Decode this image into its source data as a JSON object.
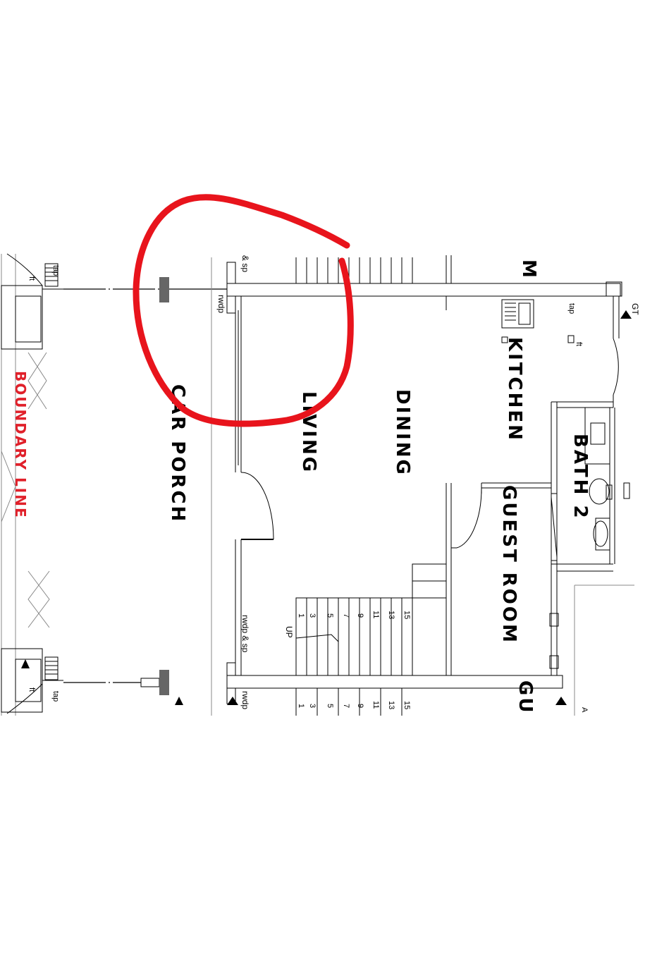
{
  "plan": {
    "rooms": {
      "car_porch": "CAR PORCH",
      "living": "LIVING",
      "dining": "DINING",
      "kitchen": "KITCHEN",
      "bath2": "BATH 2",
      "guest_room": "GUEST ROOM",
      "edge_m": "M",
      "edge_gu": "GU",
      "edge_a": "A"
    },
    "boundary_line": "BOUNDARY LINE",
    "labels": {
      "rwdp_sp_top": "& sp",
      "rwdp_top": "rwdp",
      "rwdp_sp_bottom": "rwdp & sp",
      "rwdp_bottom": "rwdp",
      "tap_left_top": "tap",
      "ft_left_top": "ft",
      "tap_left_bottom": "tap",
      "ft_left_bottom": "ft",
      "tap_kitchen": "tap",
      "ft_kitchen": "ft",
      "gt": "GT",
      "up": "UP"
    },
    "stair_numbers": [
      "1",
      "3",
      "5",
      "7",
      "9",
      "11",
      "13",
      "15"
    ],
    "colors": {
      "annotation": "#e8141c",
      "boundary_text": "#e0202a",
      "line": "#000000"
    }
  }
}
